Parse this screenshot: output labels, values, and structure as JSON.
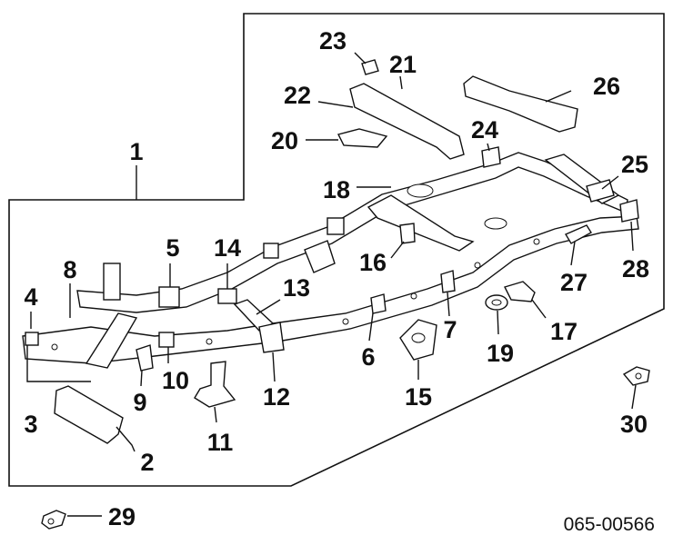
{
  "diagram": {
    "drawing_code": "065-00566",
    "callouts": [
      "1",
      "2",
      "3",
      "4",
      "5",
      "6",
      "7",
      "8",
      "9",
      "10",
      "11",
      "12",
      "13",
      "14",
      "15",
      "16",
      "17",
      "18",
      "19",
      "20",
      "21",
      "22",
      "23",
      "24",
      "25",
      "26",
      "27",
      "28",
      "29",
      "30"
    ]
  }
}
